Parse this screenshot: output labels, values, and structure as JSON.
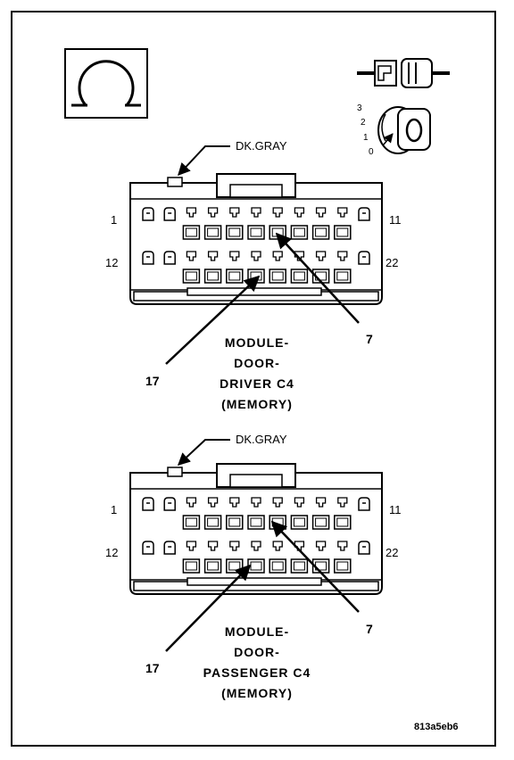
{
  "legend": {
    "icon": "circle-open-icon",
    "position_labels": [
      "3",
      "2",
      "1",
      "0"
    ]
  },
  "connectors": [
    {
      "wire_color": "DK.GRAY",
      "pin_start_top": "1",
      "pin_end_top": "11",
      "pin_start_bottom": "12",
      "pin_end_bottom": "22",
      "callout_a": "7",
      "callout_b": "17",
      "title_lines": [
        "MODULE-",
        "DOOR-",
        "DRIVER C4",
        "(MEMORY)"
      ]
    },
    {
      "wire_color": "DK.GRAY",
      "pin_start_top": "1",
      "pin_end_top": "11",
      "pin_start_bottom": "12",
      "pin_end_bottom": "22",
      "callout_a": "7",
      "callout_b": "17",
      "title_lines": [
        "MODULE-",
        "DOOR-",
        "PASSENGER C4",
        "(MEMORY)"
      ]
    }
  ],
  "figure_id": "813a5eb6"
}
